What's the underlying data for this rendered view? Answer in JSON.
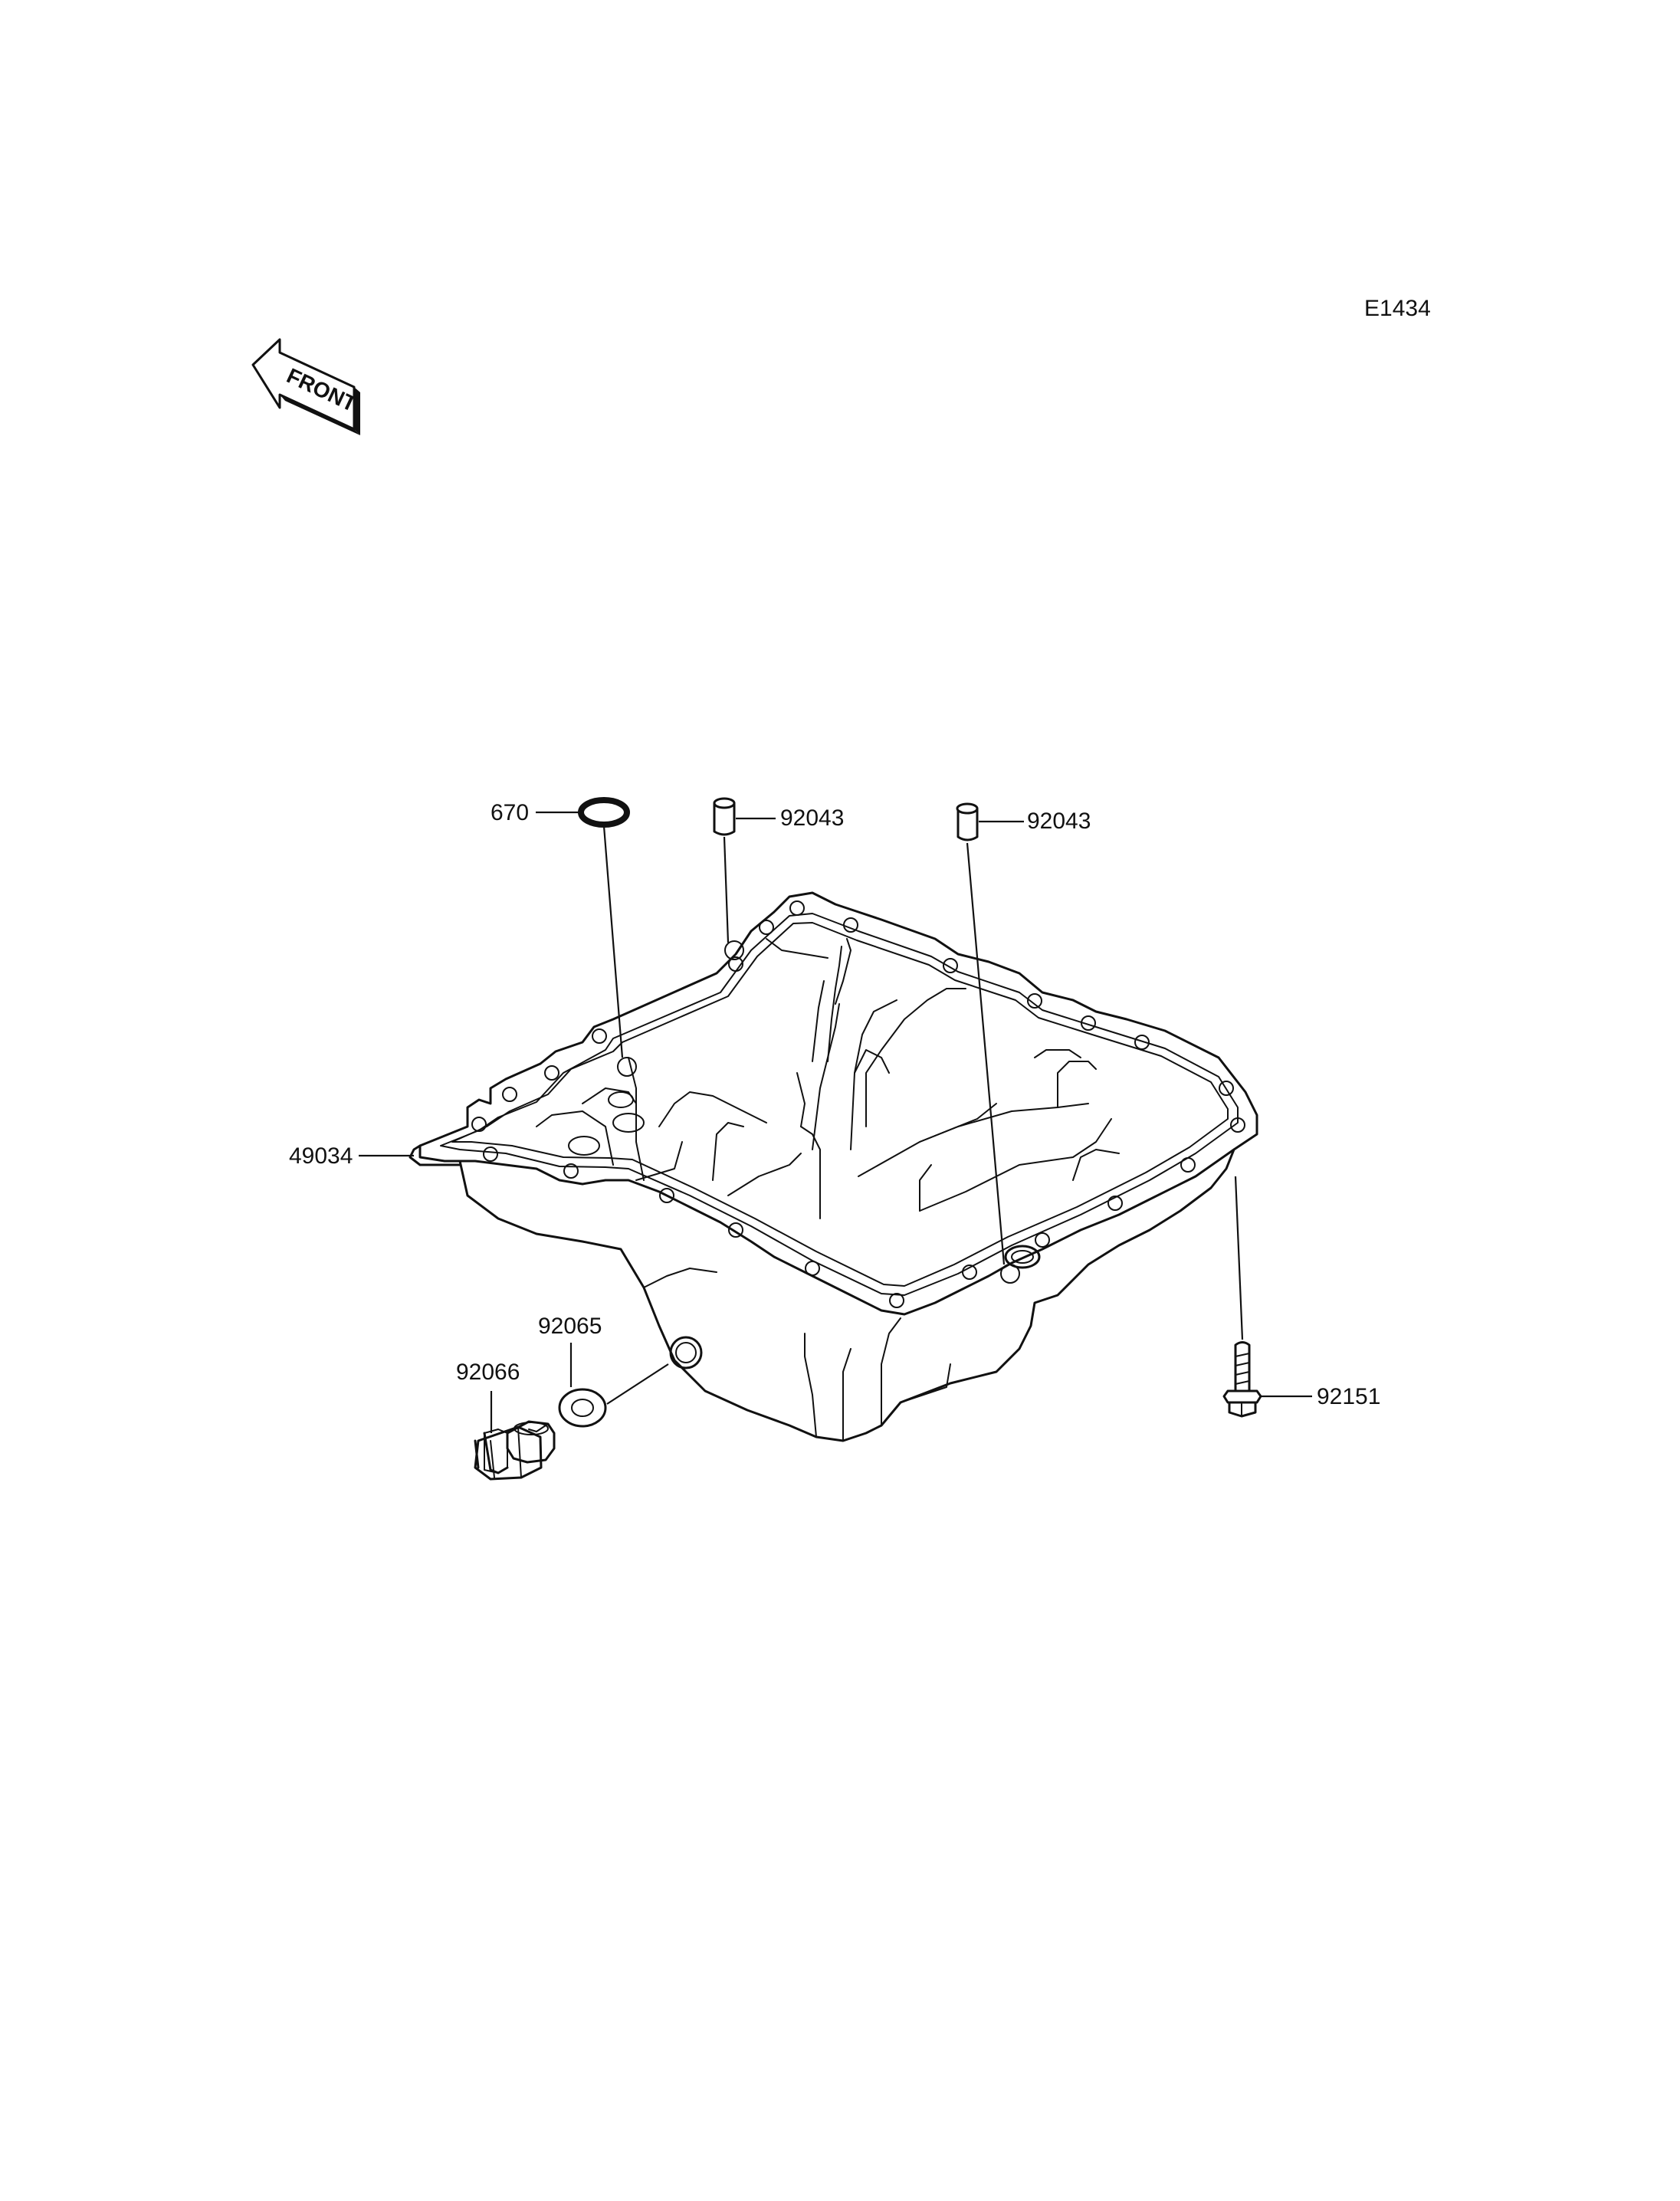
{
  "diagram": {
    "code": "E1434",
    "front_arrow_text": "FRONT",
    "callouts": [
      {
        "id": "oring",
        "label": "670"
      },
      {
        "id": "dowel_left",
        "label": "92043"
      },
      {
        "id": "dowel_right",
        "label": "92043"
      },
      {
        "id": "oil_pan",
        "label": "49034"
      },
      {
        "id": "washer",
        "label": "92065"
      },
      {
        "id": "drain_plug",
        "label": "92066"
      },
      {
        "id": "bolt",
        "label": "92151"
      }
    ]
  }
}
